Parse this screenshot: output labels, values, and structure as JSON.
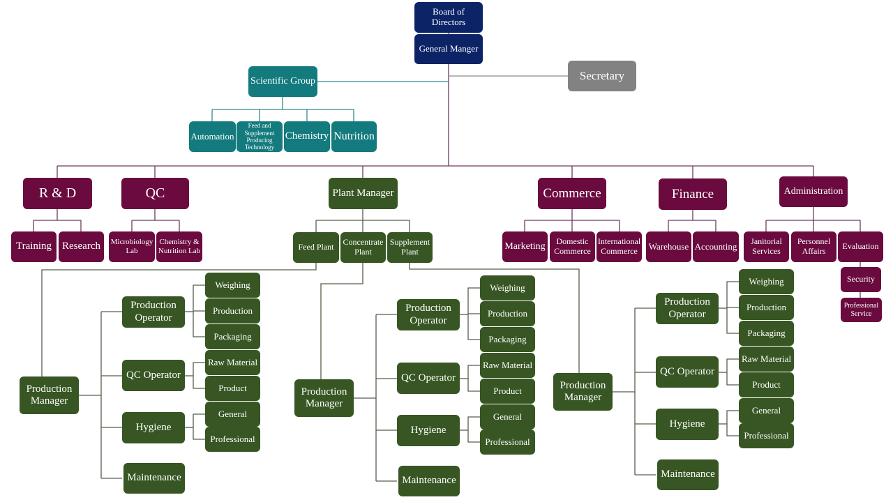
{
  "top": {
    "board": "Board of Directors",
    "general_manager": "General Manger",
    "secretary": "Secretary"
  },
  "scientific": {
    "title": "Scientific Group",
    "children": [
      "Automation",
      "Feed and Supplement Producing Technology",
      "Chemistry",
      "Nutrition"
    ]
  },
  "departments": {
    "rnd": {
      "title": "R & D",
      "children": [
        "Training",
        "Research"
      ]
    },
    "qc": {
      "title": "QC",
      "children": [
        "Microbiology Lab",
        "Chemistry & Nutrition Lab"
      ]
    },
    "plant": {
      "title": "Plant Manager",
      "children": [
        "Feed Plant",
        "Concentrate Plant",
        "Supplement Plant"
      ]
    },
    "commerce": {
      "title": "Commerce",
      "children": [
        "Marketing",
        "Domestic Commerce",
        "International Commerce"
      ]
    },
    "finance": {
      "title": "Finance",
      "children": [
        "Warehouse",
        "Accounting"
      ]
    },
    "administration": {
      "title": "Administration",
      "children": [
        "Janitorial Services",
        "Personnel Affairs",
        "Evaluation"
      ],
      "evaluation_children": [
        "Security",
        "Professional Service"
      ]
    }
  },
  "plant_block": {
    "manager": "Production Manager",
    "production_operator": {
      "title": "Production Operator",
      "children": [
        "Weighing",
        "Production",
        "Packaging"
      ]
    },
    "qc_operator": {
      "title": "QC Operator",
      "children": [
        "Raw Material",
        "Product"
      ]
    },
    "hygiene": {
      "title": "Hygiene",
      "children": [
        "General",
        "Professional"
      ]
    },
    "maintenance": "Maintenance"
  },
  "colors": {
    "navy": "#0c2366",
    "gray": "#828282",
    "teal": "#137a7d",
    "maroon": "#6a0a3e",
    "green": "#375623"
  }
}
